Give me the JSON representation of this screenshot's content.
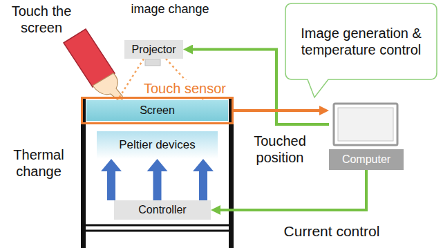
{
  "diagram": {
    "nodes": [
      {
        "text": [
          "Projector"
        ]
      },
      {
        "text": [
          "Image generation & temperature control"
        ]
      },
      {
        "text": [
          "Touch sensor"
        ]
      },
      {
        "text": [
          "Screen"
        ],
        "in": 2
      },
      {
        "text": [
          "Peltier devices"
        ]
      },
      {
        "text": [
          "Computer"
        ]
      },
      {
        "text": [
          "Controller"
        ]
      }
    ],
    "edges": [
      {
        "from": 5,
        "to": 0,
        "arrow": "to"
      },
      {
        "from": 2,
        "to": 5,
        "label": "Touched position",
        "arrow": "to"
      },
      {
        "from": 5,
        "to": 6,
        "label": "Current control",
        "arrow": "to"
      },
      {
        "from": 6,
        "to": 4,
        "arrow": "to"
      },
      {
        "from": 6,
        "to": 4,
        "arrow": "to"
      },
      {
        "from": 6,
        "to": 4,
        "arrow": "to"
      },
      {
        "from": 0,
        "to": 3,
        "arrow": "none"
      },
      {
        "from": 0,
        "to": 3,
        "arrow": "none"
      }
    ],
    "labels": [
      "Touch the screen",
      "image change",
      "Thermal change"
    ]
  }
}
